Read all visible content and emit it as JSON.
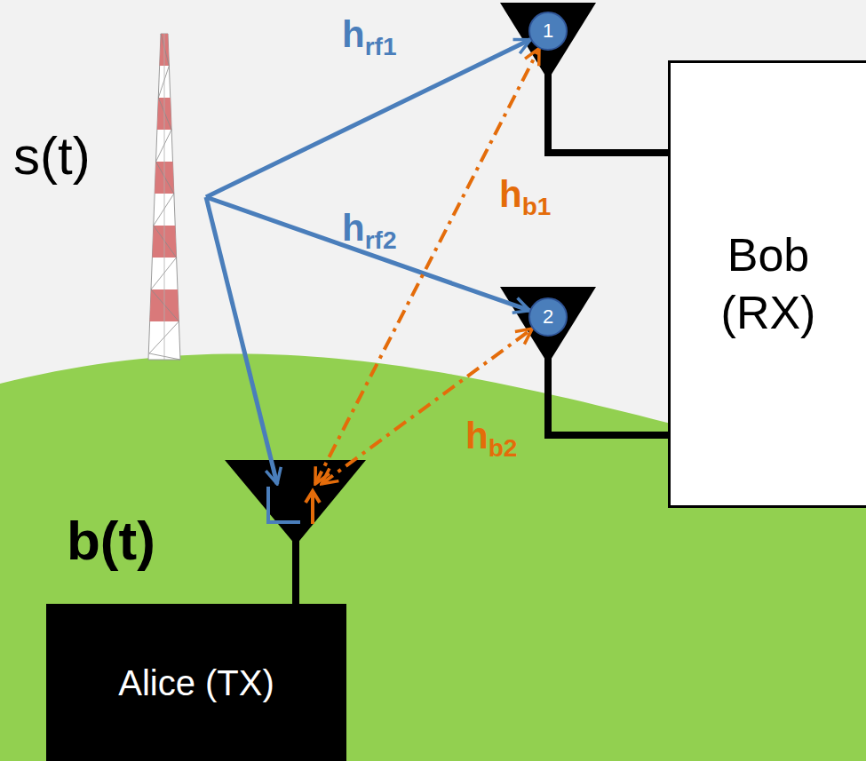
{
  "diagram": {
    "nodes": [
      {
        "text": [
          "s(t)"
        ]
      },
      {
        "text": [
          "1"
        ]
      },
      {
        "text": [
          "2"
        ]
      },
      {
        "text": [
          "Bob (RX)"
        ]
      },
      {
        "text": [
          "Alice (TX)"
        ]
      }
    ],
    "edges": [
      {
        "from": 0,
        "to": 1,
        "arrow": "to",
        "label": "hrf1"
      },
      {
        "from": 0,
        "to": 2,
        "arrow": "to",
        "label": "hrf2"
      },
      {
        "from": 0,
        "to": 4,
        "arrow": "to"
      },
      {
        "from": 4,
        "to": 1,
        "arrow": "both",
        "label": "hb1"
      },
      {
        "from": 4,
        "to": 2,
        "arrow": "both",
        "label": "hb2"
      }
    ],
    "labels": [
      "b(t)"
    ]
  }
}
